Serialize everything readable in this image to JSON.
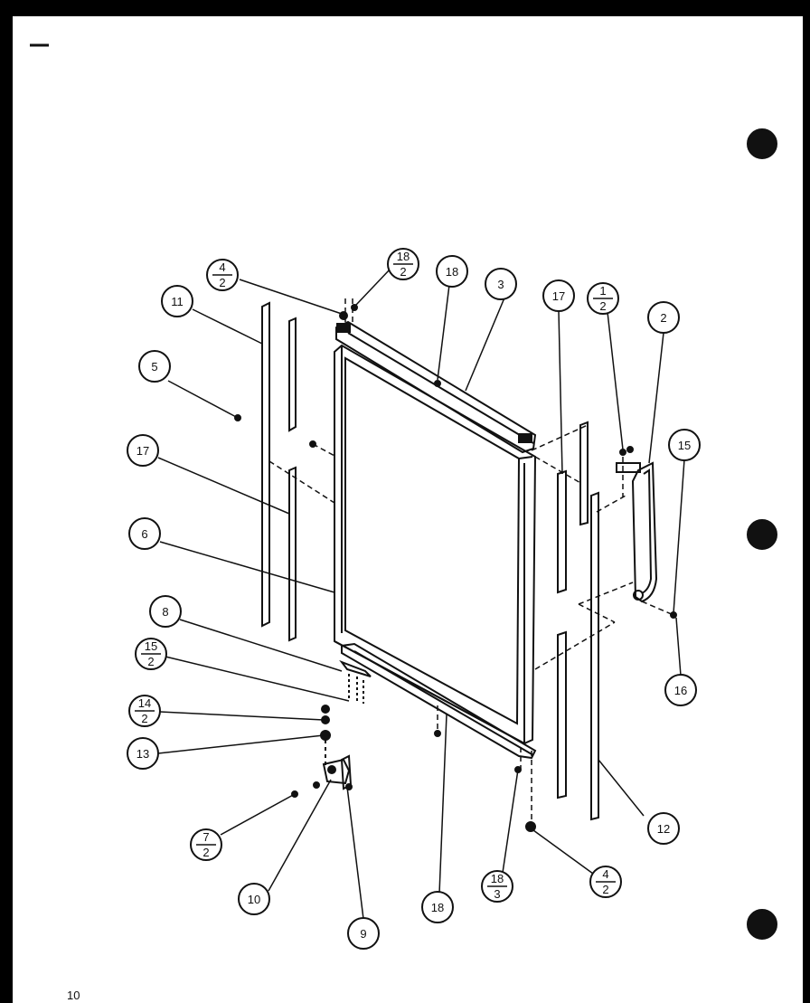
{
  "page_number": "10",
  "callouts": [
    {
      "id": "c-4-2-top",
      "num": "4",
      "den": "2"
    },
    {
      "id": "c-18-2-top",
      "num": "18",
      "den": "2"
    },
    {
      "id": "c-18-top",
      "num": "18"
    },
    {
      "id": "c-3",
      "num": "3"
    },
    {
      "id": "c-17-right",
      "num": "17"
    },
    {
      "id": "c-1-2",
      "num": "1",
      "den": "2"
    },
    {
      "id": "c-2",
      "num": "2"
    },
    {
      "id": "c-11",
      "num": "11"
    },
    {
      "id": "c-5",
      "num": "5"
    },
    {
      "id": "c-17-left",
      "num": "17"
    },
    {
      "id": "c-6",
      "num": "6"
    },
    {
      "id": "c-15",
      "num": "15"
    },
    {
      "id": "c-8",
      "num": "8"
    },
    {
      "id": "c-15-2",
      "num": "15",
      "den": "2"
    },
    {
      "id": "c-16",
      "num": "16"
    },
    {
      "id": "c-14-2",
      "num": "14",
      "den": "2"
    },
    {
      "id": "c-13",
      "num": "13"
    },
    {
      "id": "c-7-2",
      "num": "7",
      "den": "2"
    },
    {
      "id": "c-12",
      "num": "12"
    },
    {
      "id": "c-10",
      "num": "10"
    },
    {
      "id": "c-18-bottom",
      "num": "18"
    },
    {
      "id": "c-18-3",
      "num": "18",
      "den": "3"
    },
    {
      "id": "c-4-2-bottom",
      "num": "4",
      "den": "2"
    },
    {
      "id": "c-9",
      "num": "9"
    }
  ],
  "colors": {
    "ink": "#111111",
    "paper": "#ffffff",
    "border": "#000000"
  }
}
